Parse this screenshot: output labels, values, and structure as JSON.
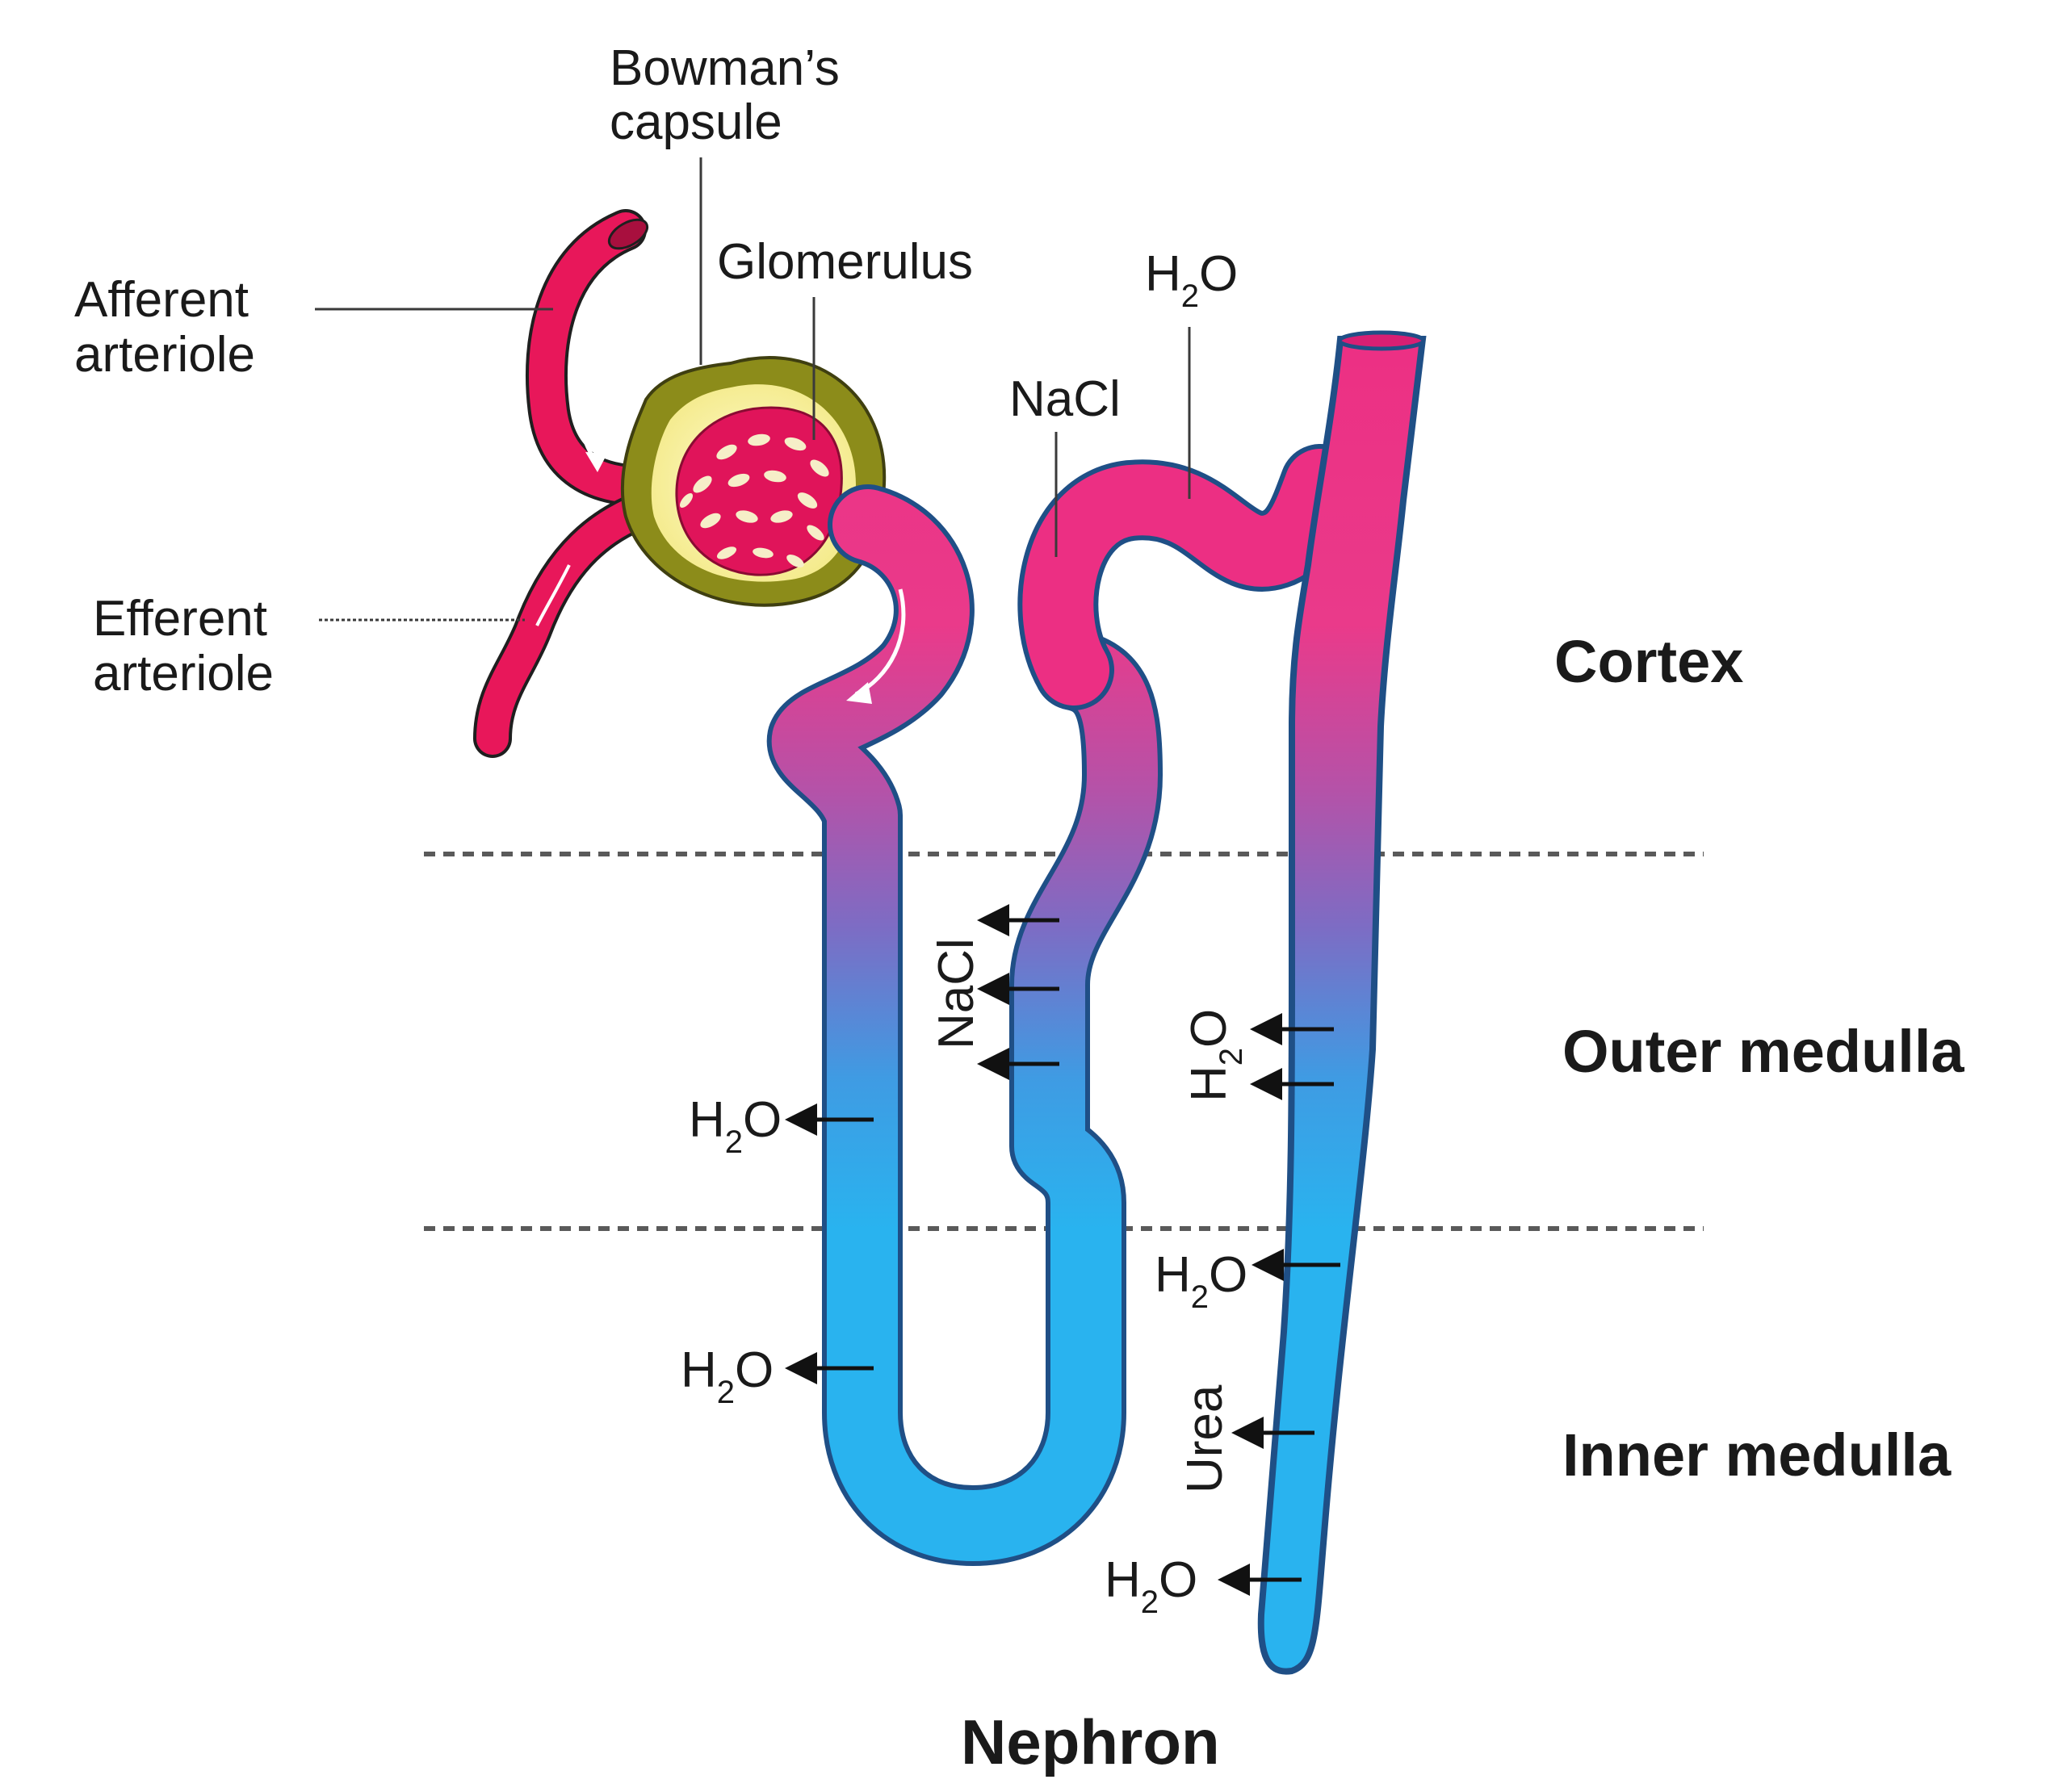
{
  "labels": {
    "bowmans_capsule_line1": "Bowman’s",
    "bowmans_capsule_line2": "capsule",
    "glomerulus": "Glomerulus",
    "afferent_line1": "Afferent",
    "afferent_line2": "arteriole",
    "efferent_line1": "Efferent",
    "efferent_line2": "arteriole",
    "nacl_top": "NaCl",
    "nacl_side": "NaCl",
    "urea": "Urea",
    "h2o_main": "H",
    "h2o_sub": "2",
    "h2o_tail": "O"
  },
  "zones": {
    "cortex": "Cortex",
    "outer_medulla": "Outer medulla",
    "inner_medulla": "Inner medulla"
  },
  "title": "Nephron",
  "colors": {
    "arteriole": "#e8175a",
    "capsule_outer": "#8a8a1e",
    "capsule_inner": "#fdf6a8",
    "tubule_pink": "#ec2f83",
    "tubule_purple": "#8f64b8",
    "tubule_blue": "#29b3ef",
    "outline": "#1f4f86"
  }
}
